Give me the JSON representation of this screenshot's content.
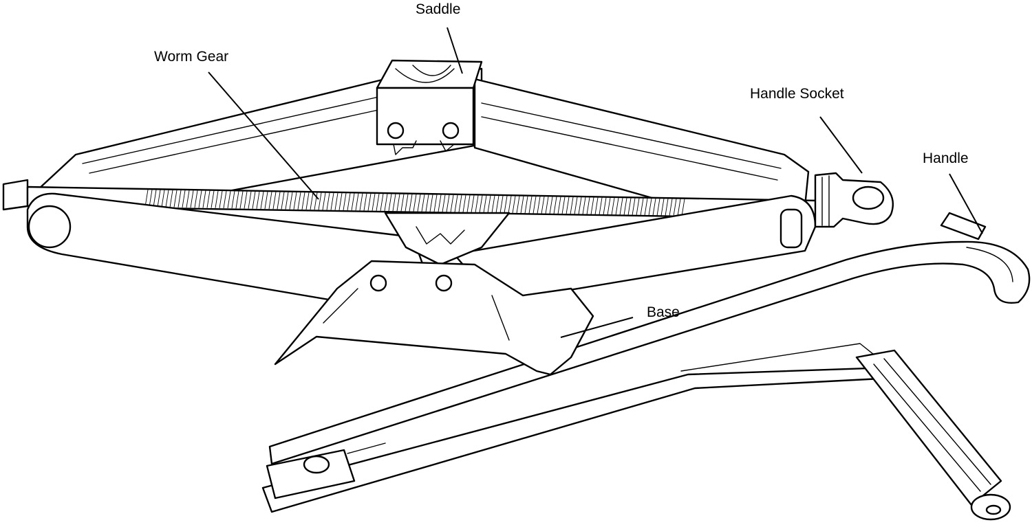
{
  "labels": {
    "saddle": "Saddle",
    "worm_gear": "Worm Gear",
    "handle_socket": "Handle Socket",
    "handle": "Handle",
    "base": "Base"
  }
}
